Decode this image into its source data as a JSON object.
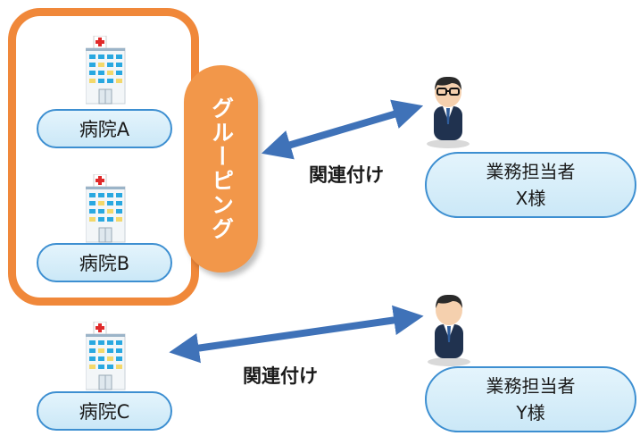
{
  "group": {
    "label": "グルーピング",
    "color": "#f0883a"
  },
  "hospitals": [
    {
      "label": "病院A",
      "icon": "hospital-building-icon"
    },
    {
      "label": "病院B",
      "icon": "hospital-building-icon"
    },
    {
      "label": "病院C",
      "icon": "hospital-building-icon"
    }
  ],
  "users": [
    {
      "line1": "業務担当者",
      "line2": "X様",
      "icon": "businessman-with-glasses-icon"
    },
    {
      "line1": "業務担当者",
      "line2": "Y様",
      "icon": "businessman-icon"
    }
  ],
  "links": [
    {
      "label": "関連付け",
      "icon": "double-arrow-icon"
    },
    {
      "label": "関連付け",
      "icon": "double-arrow-icon"
    }
  ],
  "colors": {
    "arrow": "#3f72b8",
    "pill_border": "#3d8fd1",
    "pill_fill": "#d6eef9",
    "group_border": "#f0883a"
  }
}
